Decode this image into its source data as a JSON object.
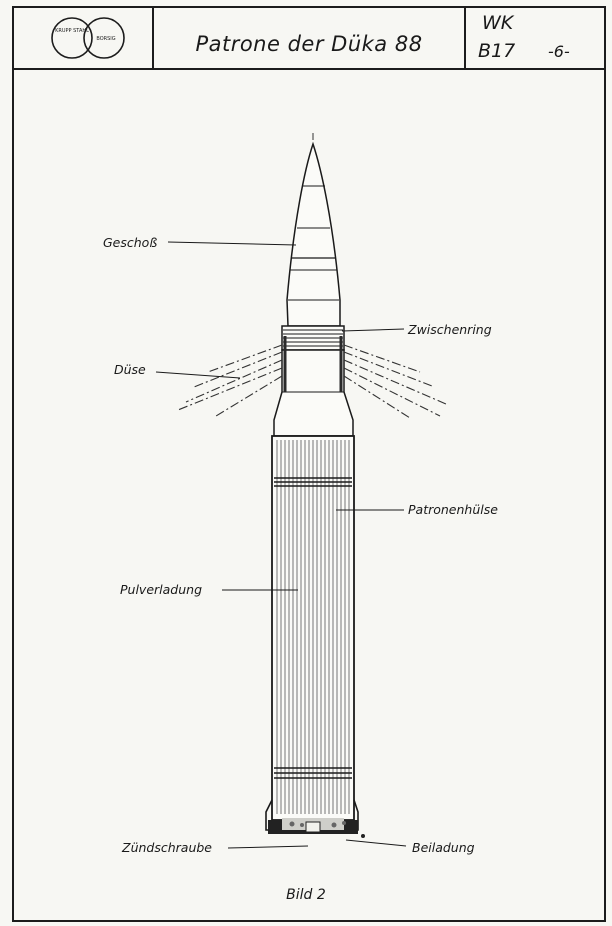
{
  "header": {
    "title": "Patrone der Düka 88",
    "ref_line1": "WK",
    "ref_line2": "B17",
    "page_number": "-6-",
    "logo_text_left": "KRUPP STAHL",
    "logo_text_right": "BORSIG"
  },
  "labels": {
    "projectile": "Geschoß",
    "intermediate_ring": "Zwischenring",
    "nozzle": "Düse",
    "cartridge_case": "Patronenhülse",
    "propellant_charge": "Pulverladung",
    "primer_screw": "Zündschraube",
    "auxiliary_charge": "Beiladung"
  },
  "caption": "Bild 2"
}
